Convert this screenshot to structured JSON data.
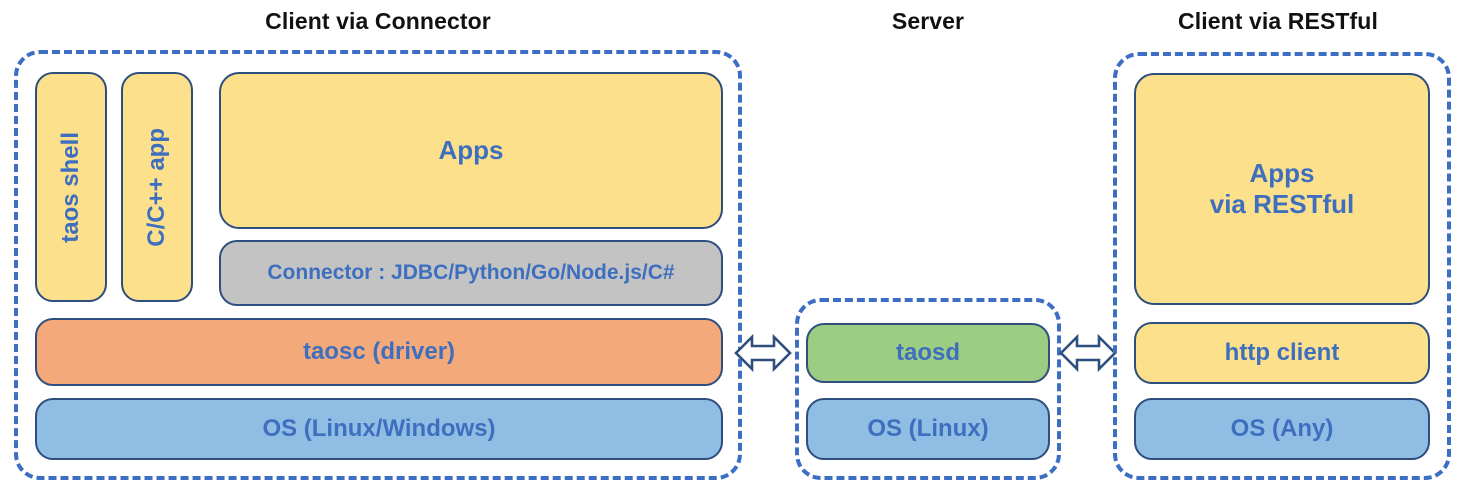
{
  "diagram": {
    "title_color": "#111111",
    "accent_dashed": "#3C6FC4",
    "box_border": "#2E4E7E",
    "label_color": "#3E6FBF",
    "palette": {
      "yellow": "#FCE08C",
      "orange": "#F4A97A",
      "blue": "#90BDE4",
      "green": "#9DCC83",
      "gray": "#C3C3C3"
    },
    "sections": [
      {
        "key": "client_connector",
        "title": "Client via Connector",
        "boxes": {
          "taos_shell": "taos shell",
          "c_cpp_app": "C/C++ app",
          "apps": "Apps",
          "connector": "Connector : JDBC/Python/Go/Node.js/C#",
          "taosc": "taosc (driver)",
          "os": "OS (Linux/Windows)"
        }
      },
      {
        "key": "server",
        "title": "Server",
        "boxes": {
          "taosd": "taosd",
          "os": "OS (Linux)"
        }
      },
      {
        "key": "client_restful",
        "title": "Client via RESTful",
        "boxes": {
          "apps": "Apps\nvia RESTful",
          "apps_line1": "Apps",
          "apps_line2": "via RESTful",
          "http_client": "http client",
          "os": "OS (Any)"
        }
      }
    ],
    "connections": [
      {
        "key": "left_to_server",
        "icon": "double-arrow-horizontal"
      },
      {
        "key": "server_to_right",
        "icon": "double-arrow-horizontal"
      }
    ]
  }
}
